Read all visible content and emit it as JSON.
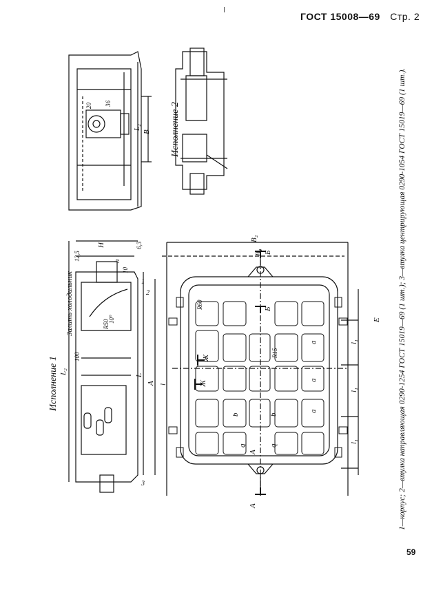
{
  "header": {
    "standard": "ГОСТ 15008—69",
    "page_label": "Стр. 2"
  },
  "page_number": "59",
  "captions": {
    "variant1": "Исполнение 1",
    "variant2": "Исполнение 2",
    "note": "Залить холодильник"
  },
  "legend": "1—корпус; 2—втулка направляющая 0290-1254 ГОСТ 15019—69 (1 шт.); 3—втулка центрирующая 0290-1054 ГОСТ 15019—69 (1 шт.).",
  "labels": {
    "L": "L",
    "L2": "L₂",
    "A": "A",
    "B": "B",
    "H": "H",
    "h": "h",
    "B1": "B₁",
    "B2": "B₂",
    "l": "l",
    "l1": "l₁",
    "a": "a",
    "b": "b",
    "q": "q",
    "r60": "R60",
    "r15": "R15",
    "r50": "R50",
    "d10": "10°",
    "d10b": "10",
    "d100": "100",
    "d36": "36",
    "d20": "20",
    "d125": "12,5",
    "d63": "6,3",
    "item1": "1",
    "item2": "2",
    "item3": "3",
    "sec_a": "А",
    "sec_b": "Б",
    "sec_e": "Е",
    "sec_zh": "Ж"
  }
}
